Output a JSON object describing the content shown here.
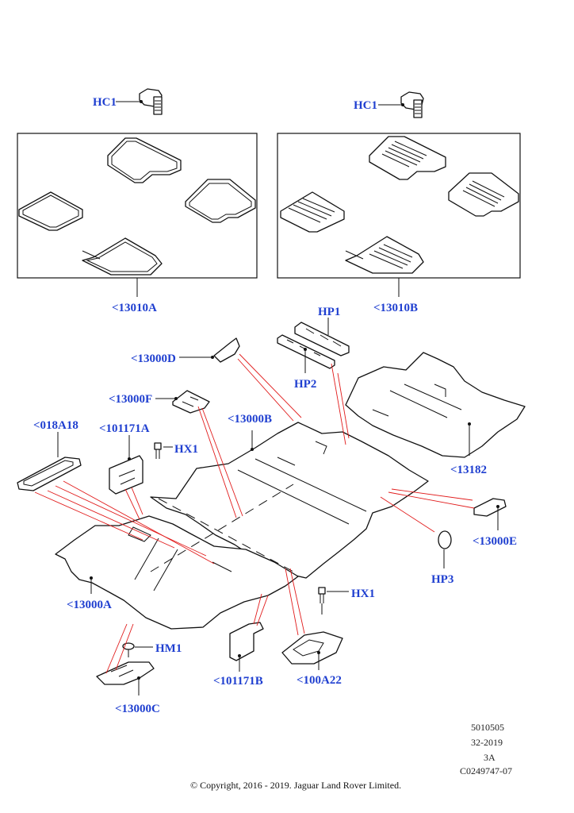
{
  "callouts": {
    "hc1_left": "HC1",
    "hc1_right": "HC1",
    "c13010a": "<13010A",
    "c13010b": "<13010B",
    "hp1": "HP1",
    "hp2": "HP2",
    "c13000d": "<13000D",
    "c13000f": "<13000F",
    "c13000b": "<13000B",
    "c13182": "<13182",
    "c018a18": "<018A18",
    "c101171a": "<101171A",
    "hx1_upper": "HX1",
    "c13000e": "<13000E",
    "hp3": "HP3",
    "c13000a": "<13000A",
    "hx1_lower": "HX1",
    "hm1": "HM1",
    "c101171b": "<101171B",
    "c100a22": "<100A22",
    "c13000c": "<13000C"
  },
  "footer": {
    "ref1": "5010505",
    "ref2": "32-2019",
    "ref3": "3A",
    "ref4": "C0249747-07",
    "copyright": "© Copyright, 2016 - 2019. Jaguar Land Rover Limited."
  },
  "colors": {
    "callout": "#1f3fd0",
    "leader_red": "#e11b1b",
    "line": "#111111"
  }
}
